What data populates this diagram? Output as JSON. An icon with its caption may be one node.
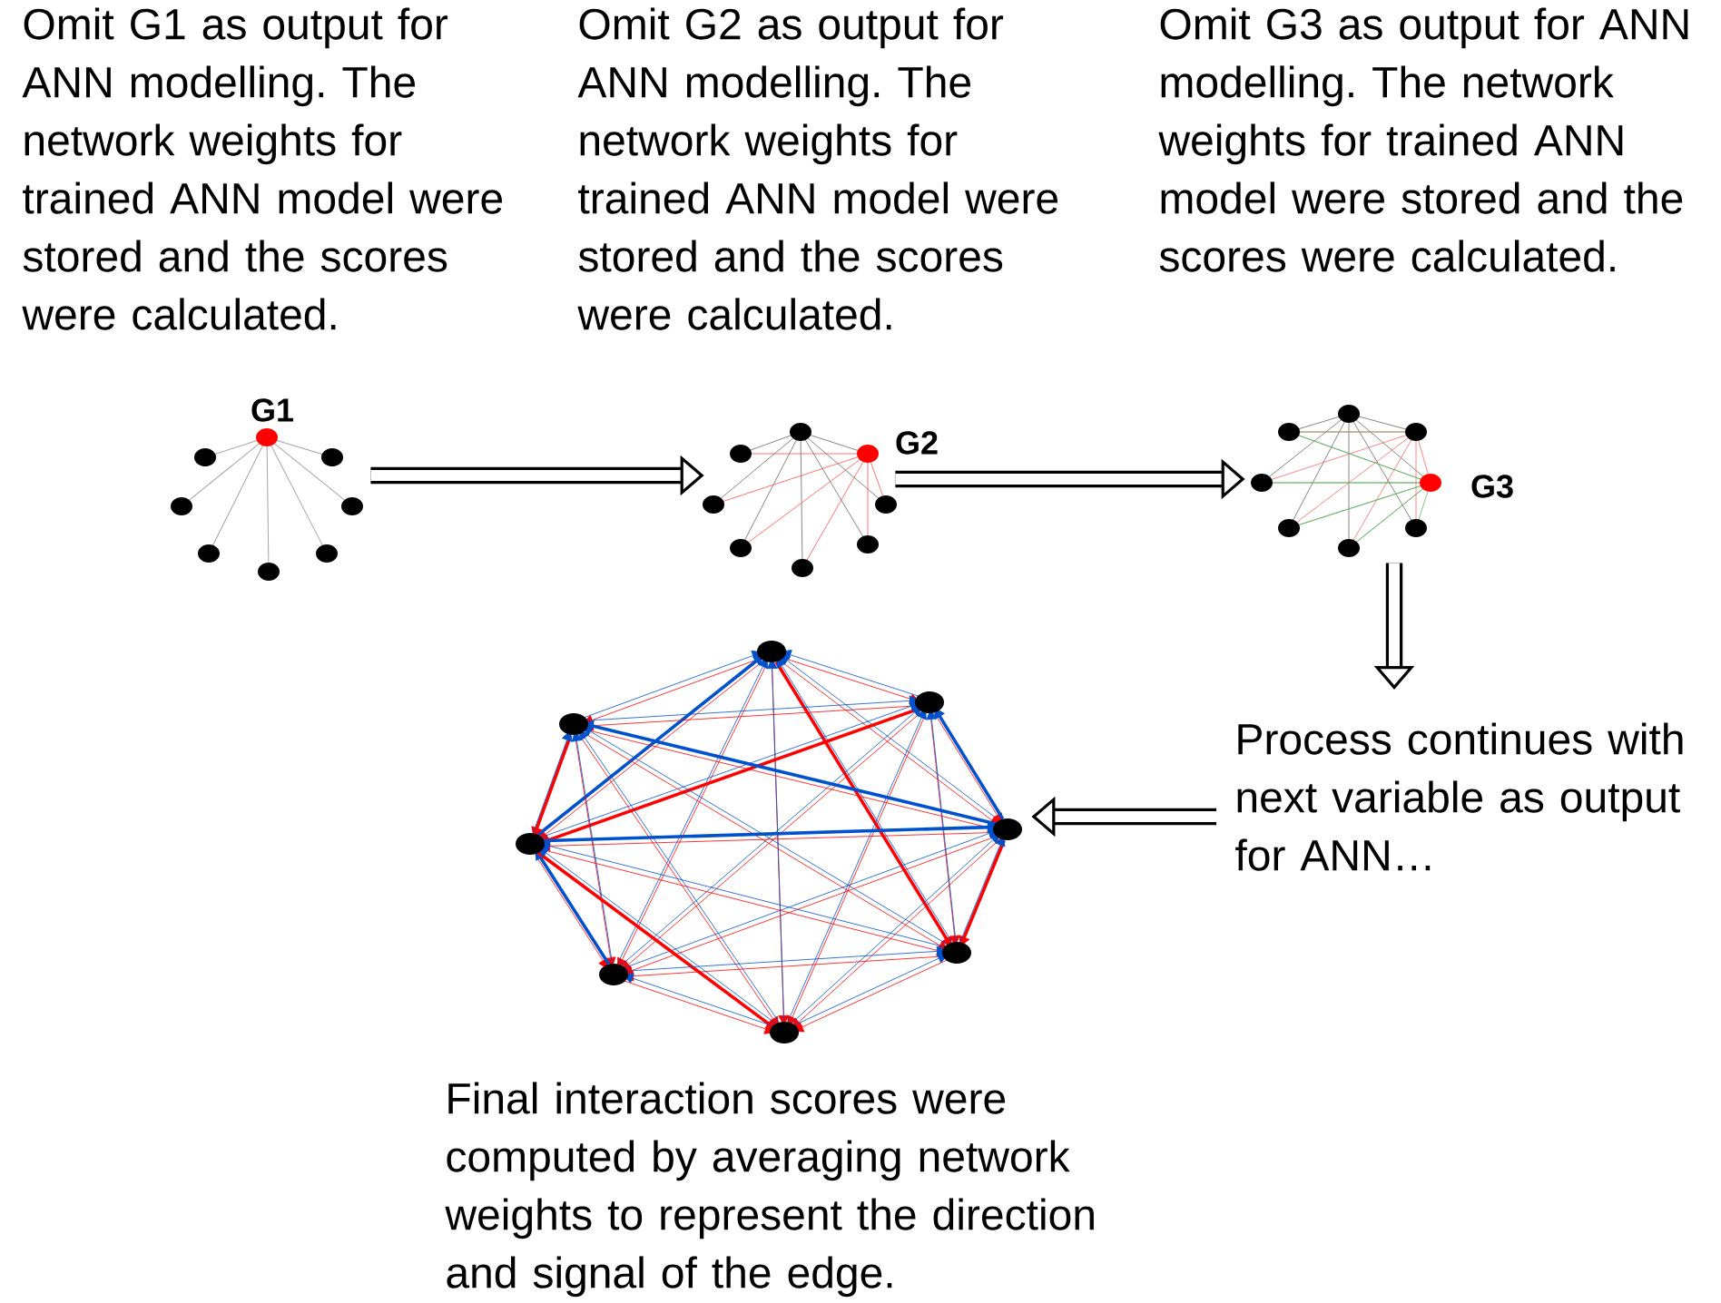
{
  "diagram": {
    "nodes": [
      {
        "text": [],
        "shape": "picture",
        "beside": [
          "Omit G1 as output for ANN modelling. The network weights for trained ANN model were stored and the scores were calculated.",
          "G1"
        ]
      },
      {
        "text": [],
        "shape": "picture",
        "beside": [
          "Omit G2 as output for ANN modelling. The network weights for trained ANN model were stored and the scores were calculated.",
          "G2"
        ]
      },
      {
        "text": [],
        "shape": "picture",
        "beside": [
          "Omit G3 as output for ANN modelling. The network weights for trained ANN model were stored and the scores were calculated.",
          "G3"
        ]
      },
      {
        "text": [
          "Process continues with next variable as output for ANN…"
        ]
      },
      {
        "text": [],
        "shape": "picture",
        "beside": [
          "Final interaction scores were computed by averaging network weights to represent the direction and signal of the edge."
        ]
      }
    ],
    "edges": [
      {
        "from": 0,
        "to": 1,
        "arrow": "to"
      },
      {
        "from": 1,
        "to": 2,
        "arrow": "to"
      },
      {
        "from": 2,
        "to": 3,
        "arrow": "to"
      },
      {
        "from": 3,
        "to": 4,
        "arrow": "to"
      }
    ]
  }
}
